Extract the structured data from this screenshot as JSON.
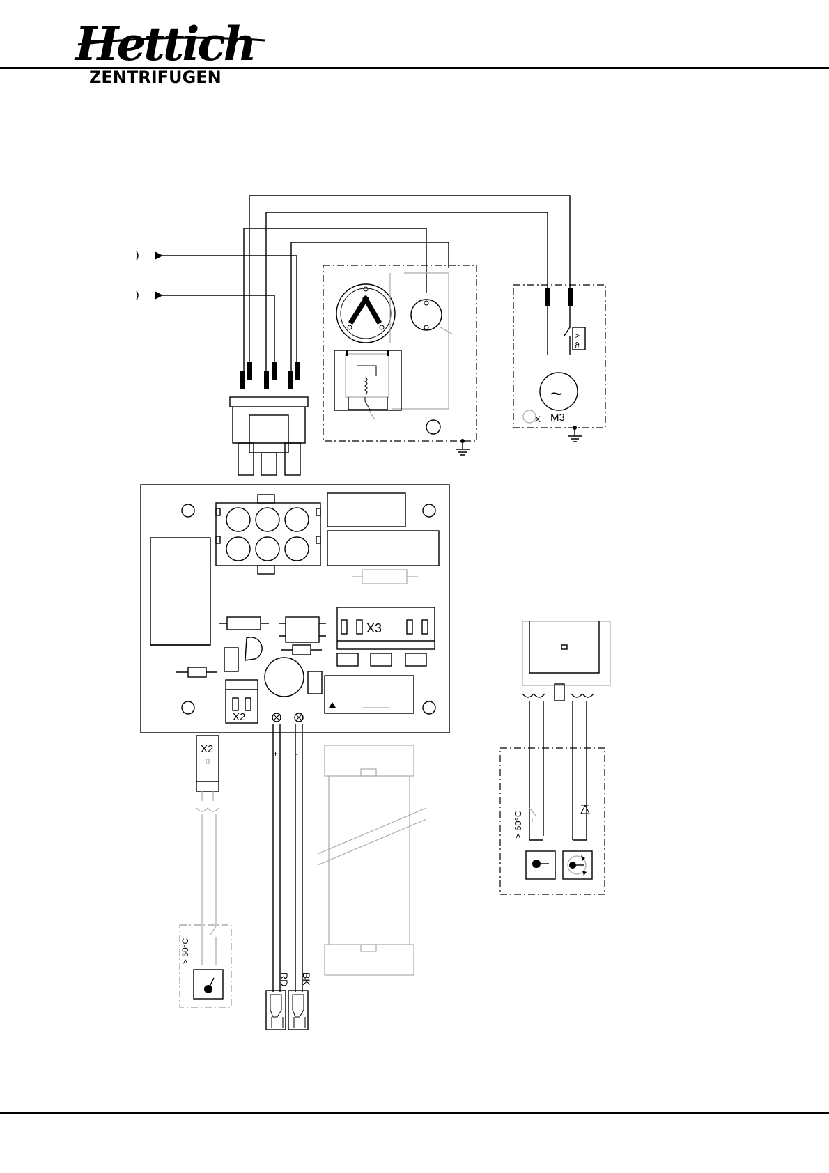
{
  "header": {
    "brand": "Hettich",
    "subtitle": "ZENTRIFUGEN"
  },
  "diagram": {
    "motor_label": "M3",
    "connector_x3": "X3",
    "connector_x2_board": "X2",
    "connector_x2_cable": "X2",
    "plus_sign": "+",
    "minus_sign": "-",
    "wire_red": "RD",
    "wire_black": "BK",
    "temp_right": "> 60°C",
    "temp_left": "> 60°C",
    "tilde": "~"
  },
  "colors": {
    "ink": "#000000",
    "faint": "#aaaaaa"
  }
}
